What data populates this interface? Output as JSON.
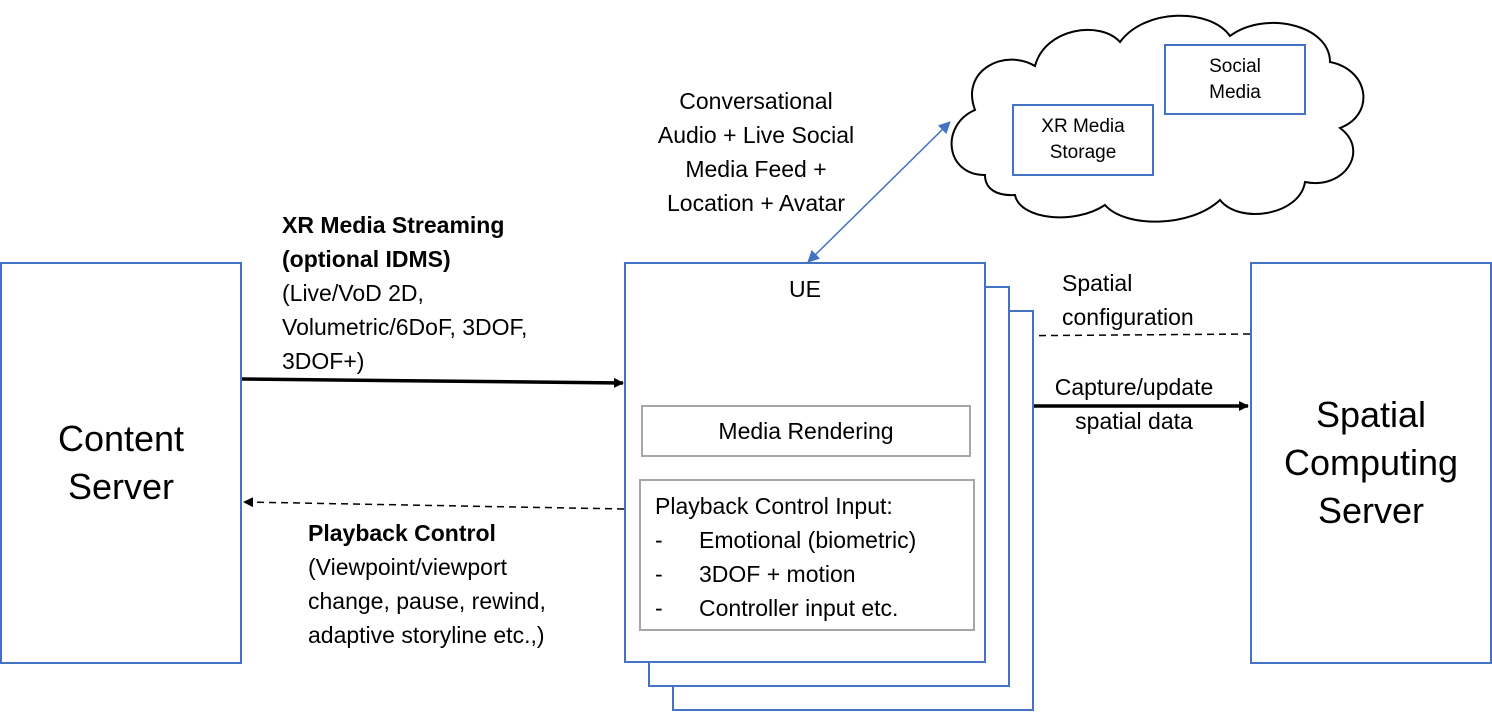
{
  "content_server": {
    "line1": "Content",
    "line2": "Server"
  },
  "spatial_server": {
    "line1": "Spatial",
    "line2": "Computing",
    "line3": "Server"
  },
  "ue": {
    "label": "UE",
    "media_rendering": "Media Rendering",
    "playback_input": {
      "title": "Playback Control Input:",
      "items": [
        "Emotional (biometric)",
        "3DOF + motion",
        "Controller input etc."
      ],
      "bullet": "-"
    }
  },
  "cloud": {
    "social_media": {
      "line1": "Social",
      "line2": "Media"
    },
    "xr_storage": {
      "line1": "XR Media",
      "line2": "Storage"
    }
  },
  "labels": {
    "conversational": [
      "Conversational",
      "Audio + Live Social",
      "Media Feed +",
      "Location + Avatar"
    ],
    "xr_streaming_bold": [
      "XR Media Streaming",
      "(optional IDMS)"
    ],
    "xr_streaming_detail": [
      "(Live/VoD 2D,",
      "Volumetric/6DoF, 3DOF,",
      "3DOF+)"
    ],
    "playback_bold": "Playback Control",
    "playback_detail": [
      "(Viewpoint/viewport",
      "change, pause, rewind,",
      "adaptive storyline etc.,)"
    ],
    "spatial_config": [
      "Spatial",
      "configuration"
    ],
    "capture_update": [
      "Capture/update",
      "spatial data"
    ]
  },
  "colors": {
    "box_border": "#4472C4",
    "inner_border": "#A6A6A6",
    "arrow": "#000000",
    "link": "#4472C4"
  }
}
